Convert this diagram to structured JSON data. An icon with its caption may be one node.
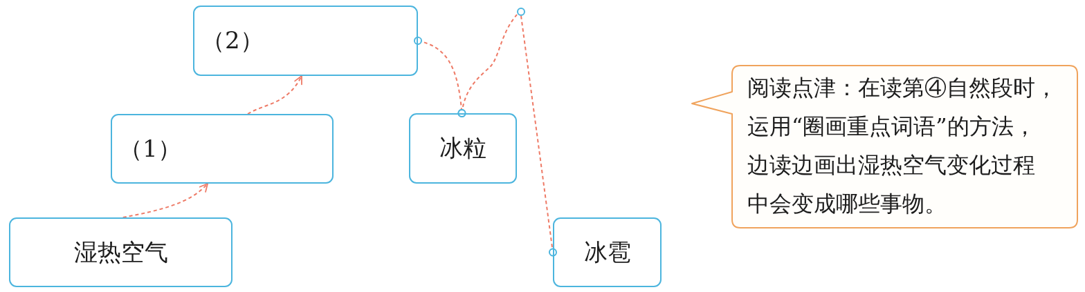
{
  "diagram": {
    "nodes": [
      {
        "text": [
          "湿热空气"
        ]
      },
      {
        "text": [
          "（1）"
        ]
      },
      {
        "text": [
          "（2）"
        ]
      },
      {
        "text": [
          "冰粒"
        ]
      },
      {
        "text": [
          "冰雹"
        ]
      },
      {
        "text": [],
        "shape": "circle"
      },
      {
        "text": [
          "阅读点津：在读第④自然段时，运用“圈画重点词语”的方法，边读边画出湿热空气变化过程中会变成哪些事物。"
        ]
      }
    ],
    "edges": [
      {
        "from": 0,
        "to": 1,
        "arrow": "to"
      },
      {
        "from": 1,
        "to": 2,
        "arrow": "to"
      },
      {
        "from": 2,
        "to": 3,
        "arrow": "other"
      },
      {
        "from": 3,
        "to": 5,
        "arrow": "other"
      },
      {
        "from": 5,
        "to": 4,
        "arrow": "other"
      }
    ]
  }
}
